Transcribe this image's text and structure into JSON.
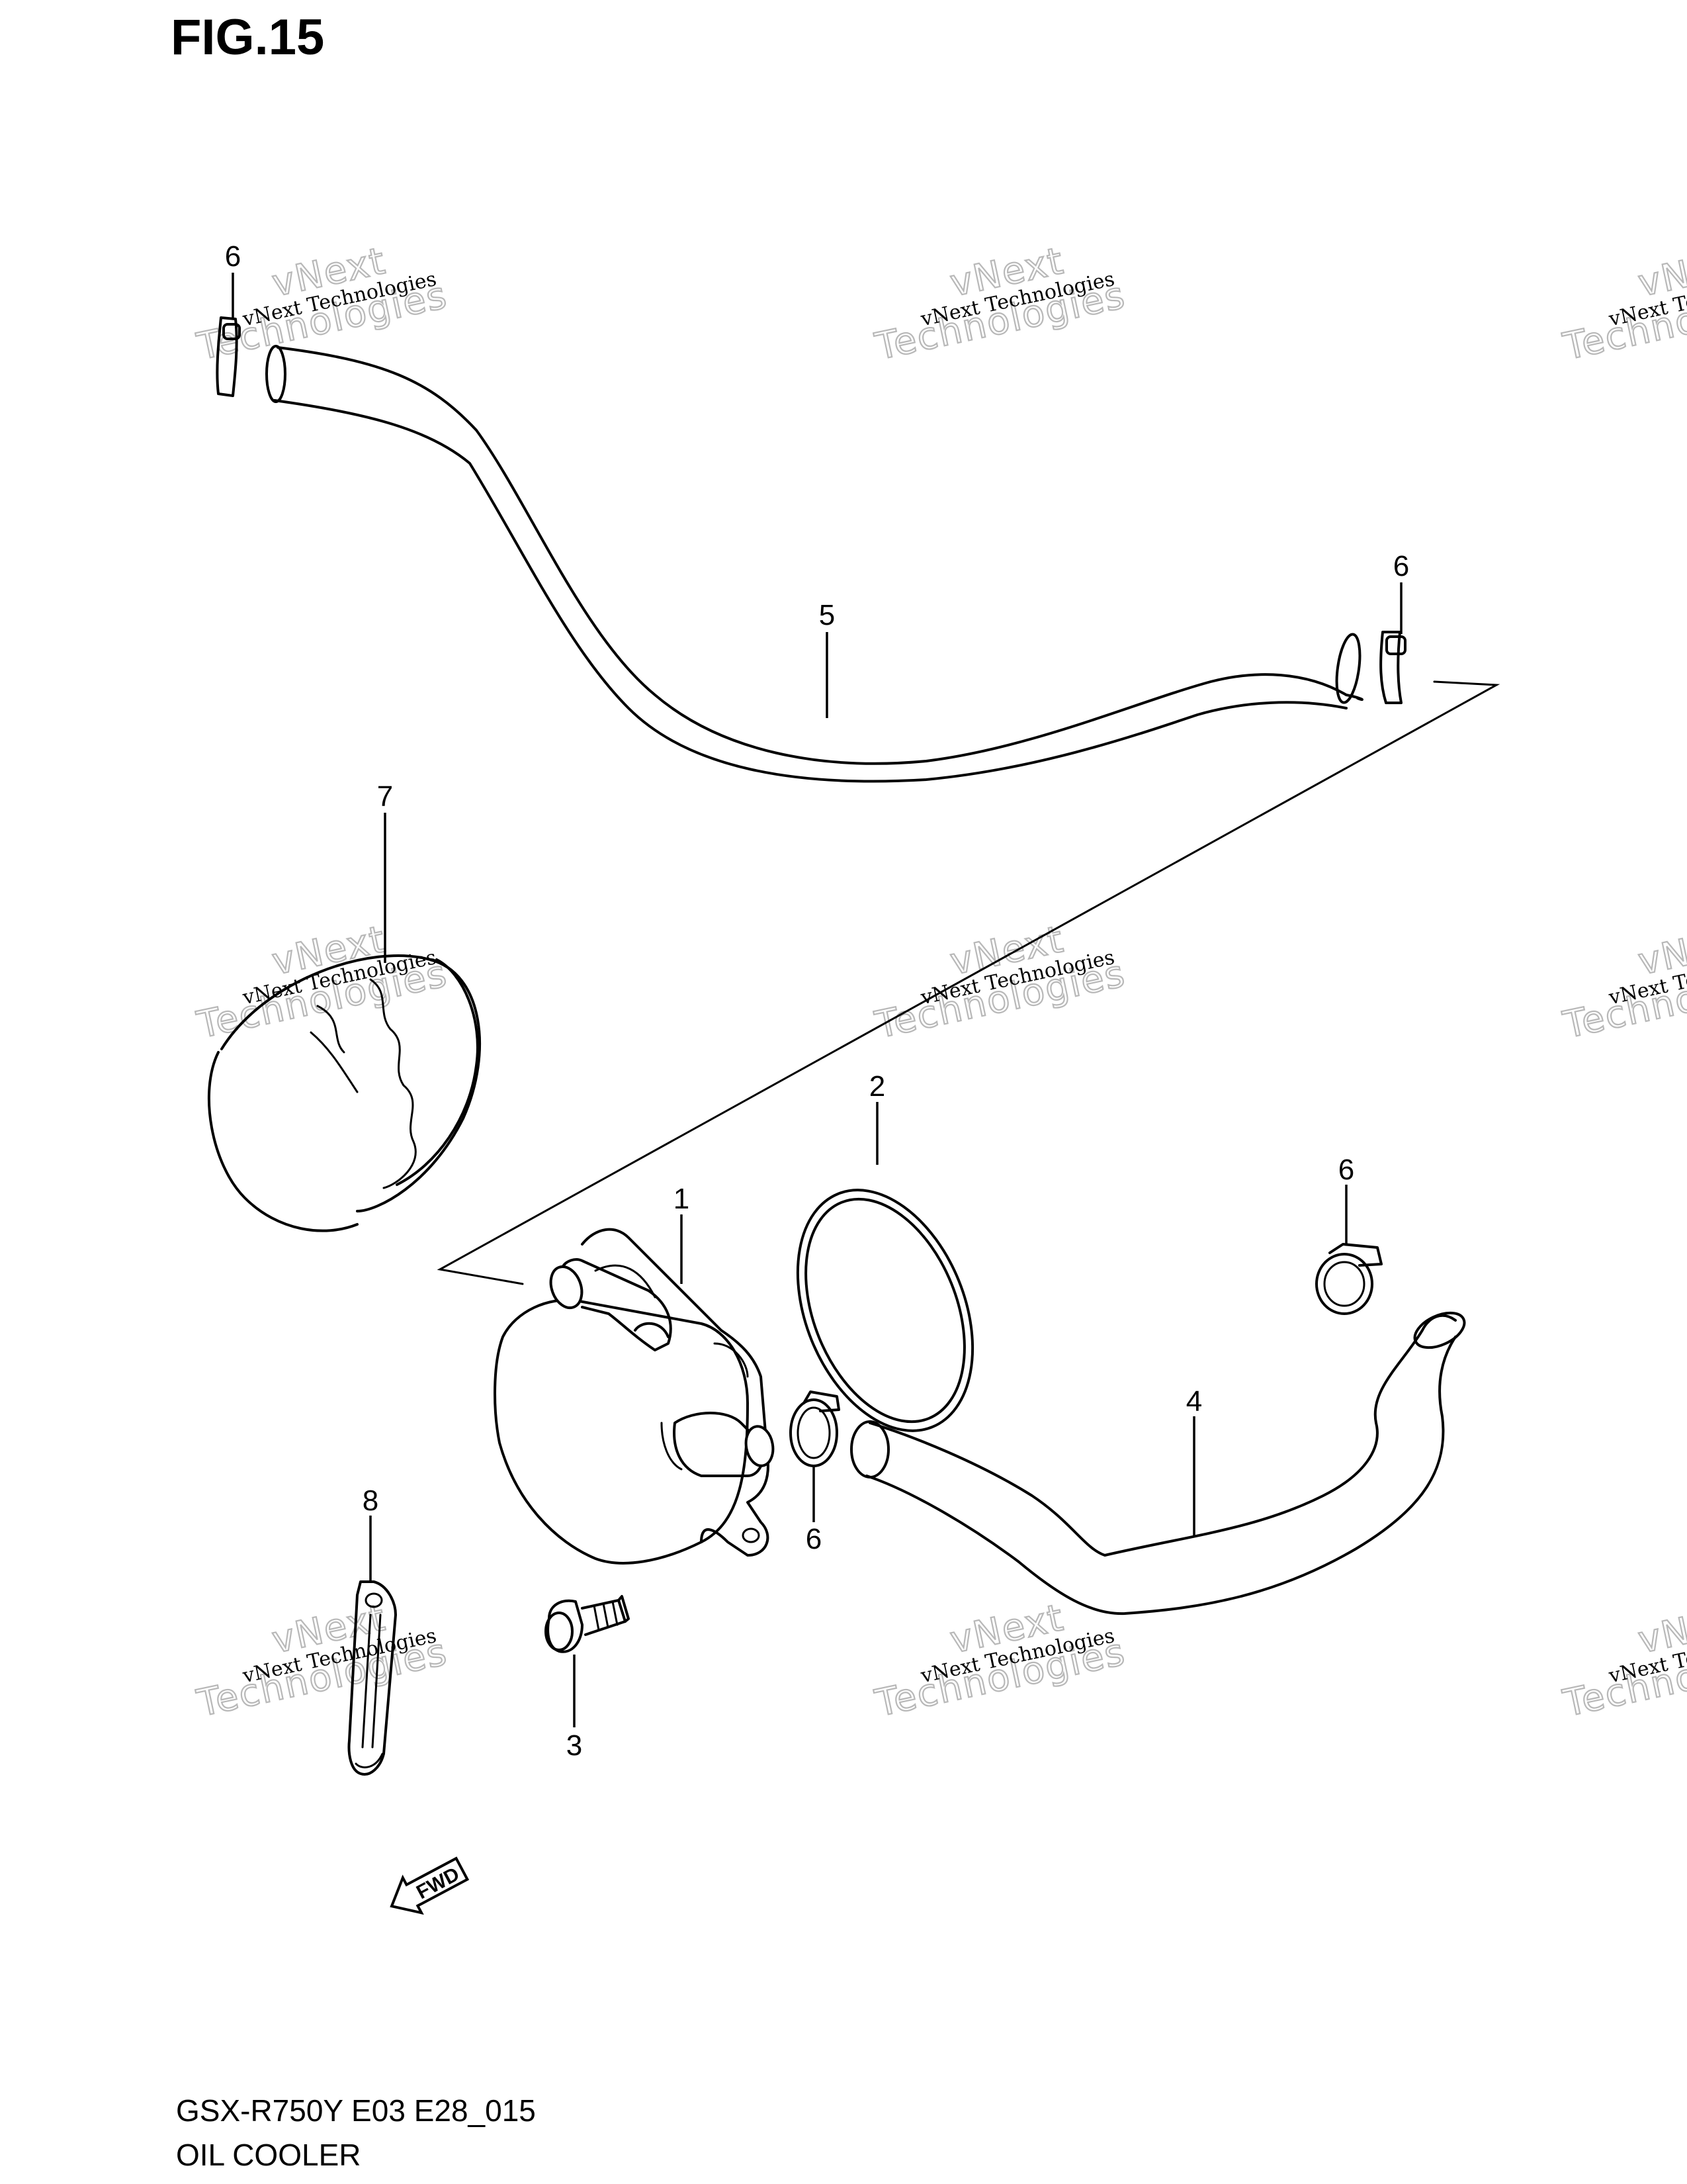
{
  "figure": {
    "title": "FIG.15",
    "model_code": "GSX-R750Y E03 E28_015",
    "name": "OIL COOLER"
  },
  "callouts": {
    "c1": "1",
    "c2": "2",
    "c3": "3",
    "c4": "4",
    "c5": "5",
    "c6a": "6",
    "c6b": "6",
    "c6c": "6",
    "c6d": "6",
    "c7": "7",
    "c8": "8"
  },
  "fwd_arrow": {
    "label": "FWD"
  },
  "watermark": {
    "line1": "vNext Technologies",
    "line2": "vNext",
    "line3": "Technologies"
  }
}
